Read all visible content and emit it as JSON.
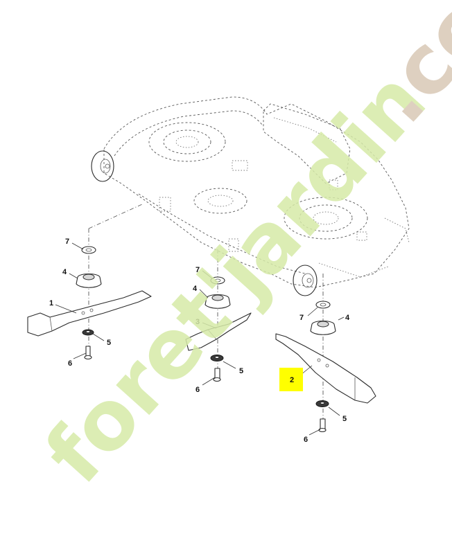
{
  "callouts": {
    "top_left_7": "7",
    "top_left_4": "4",
    "top_left_1": "1",
    "top_left_5": "5",
    "top_left_6": "6",
    "mid_7": "7",
    "mid_4": "4",
    "mid_3": "3",
    "mid_5": "5",
    "mid_6": "6",
    "right_7": "7",
    "right_4": "4",
    "right_2": "2",
    "right_5": "5",
    "right_6": "6"
  },
  "highlight": {
    "part": "2",
    "color": "#ffff00"
  },
  "watermark": {
    "text": "foret'jardin.com",
    "color_green": "#d6eaa8",
    "color_brown": "#d9c8b6"
  }
}
